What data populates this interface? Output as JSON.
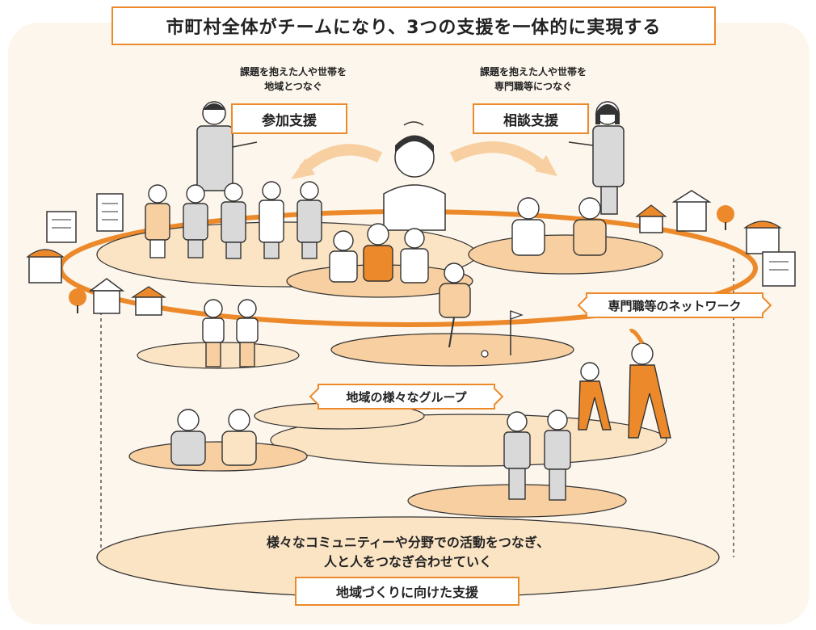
{
  "title": "市町村全体がチームになり、3つの支援を一体的に実現する",
  "participation": {
    "label": "参加支援",
    "note_line1": "課題を抱えた人や世帯を",
    "note_line2": "地域とつなぐ"
  },
  "consultation": {
    "label": "相談支援",
    "note_line1": "課題を抱えた人や世帯を",
    "note_line2": "専門職等につなぐ"
  },
  "network_label": "専門職等のネットワーク",
  "groups_label": "地域の様々なグループ",
  "community": {
    "line1": "様々なコミュニティーや分野での活動をつなぎ、",
    "line2": "人と人をつなぎ合わせていく",
    "label": "地域づくりに向けた支援"
  },
  "colors": {
    "orange": "#ec8a2b",
    "light_orange": "#f7cfa0",
    "pale_orange": "#fbe4c4",
    "background": "#fdf6ec"
  }
}
